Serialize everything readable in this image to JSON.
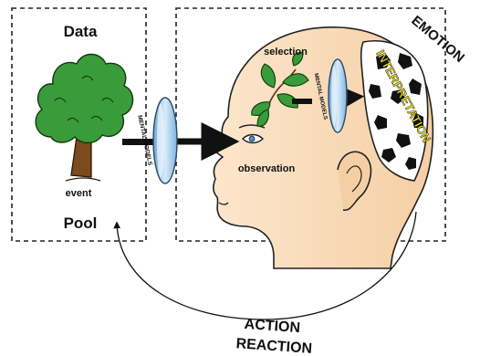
{
  "data_pool_box": {
    "title_top": "Data",
    "title_bottom": "Pool",
    "event_label": "event"
  },
  "head": {
    "selection_label": "selection",
    "observation_label": "observation",
    "emotion_label": "EMOTION",
    "interpretation_label": "INTERPRETATION"
  },
  "lenses": {
    "outer_label": "MENTAL MODELS",
    "inner_label": "MENTAL MODELS"
  },
  "feedback": {
    "line1": "ACTION",
    "line2": "REACTION"
  },
  "colors": {
    "skin": "#fbe0bf",
    "skin_shadow": "#f3c79a",
    "leaf_green": "#3a9b3a",
    "trunk_brown": "#7b4a1e",
    "lens_blue": "#9fc8e8",
    "interpretation_yellow": "#f3e21f"
  }
}
